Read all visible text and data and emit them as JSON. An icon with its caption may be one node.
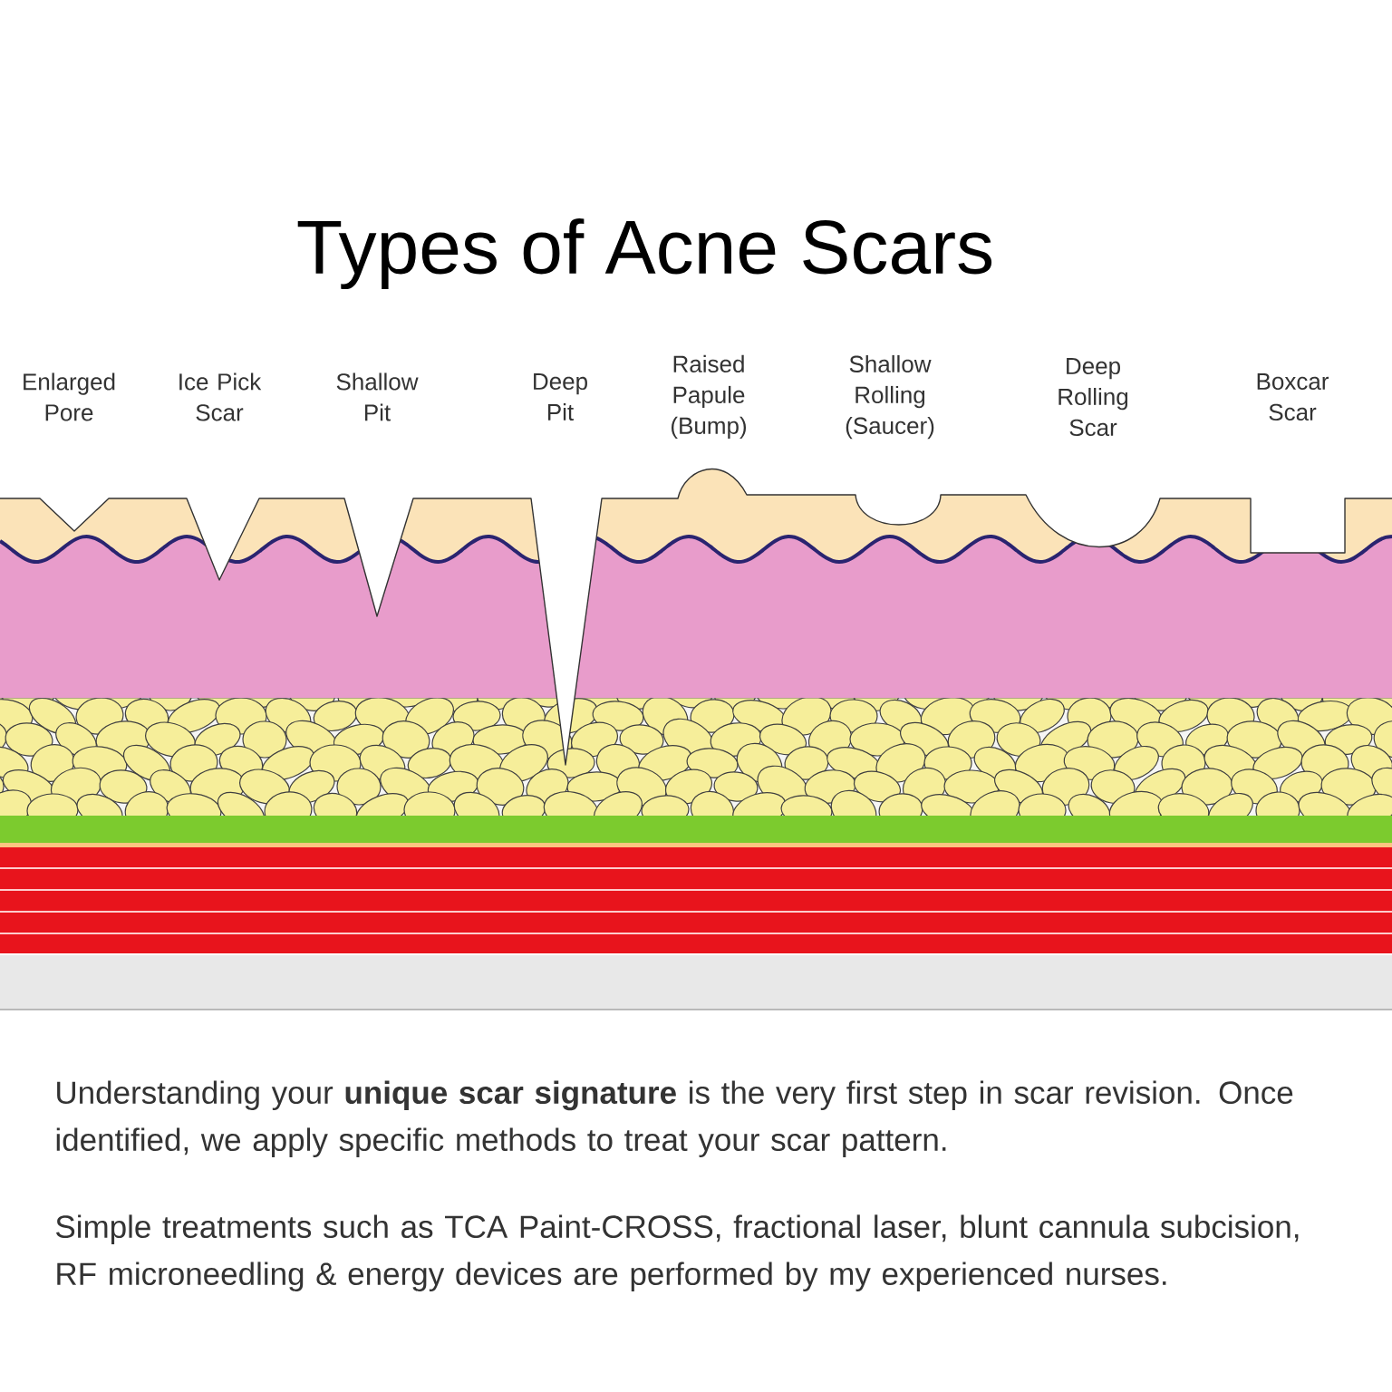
{
  "diagram": {
    "title": "Types of Acne Scars",
    "labels": [
      "Enlarged Pore",
      "Ice Pick Scar",
      "Shallow Pit",
      "Deep Pit",
      "Raised Papule (Bump)",
      "Shallow Rolling (Saucer)",
      "Deep Rolling Scar",
      "Boxcar Scar",
      "Understanding your **unique scar signature** is the very first step in scar revision. Once identified, we apply specific methods to treat your scar pattern.",
      "Simple treatments such as TCA Paint-CROSS, fractional laser, blunt cannula subcision, RF microneedling & energy devices are performed by my experienced nurses."
    ]
  }
}
